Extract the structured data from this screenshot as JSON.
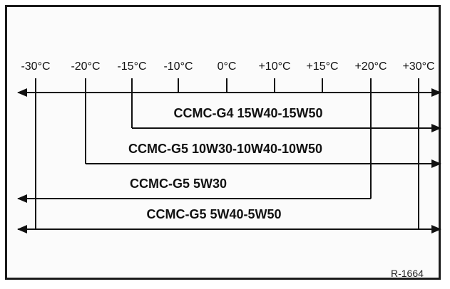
{
  "figure": {
    "ref": "R-1664",
    "scale": [
      {
        "value": -30,
        "label": "-30°C"
      },
      {
        "value": -20,
        "label": "-20°C"
      },
      {
        "value": -15,
        "label": "-15°C"
      },
      {
        "value": -10,
        "label": "-10°C"
      },
      {
        "value": 0,
        "label": "0°C"
      },
      {
        "value": 10,
        "label": "+10°C"
      },
      {
        "value": 15,
        "label": "+15°C"
      },
      {
        "value": 20,
        "label": "+20°C"
      },
      {
        "value": 30,
        "label": "+30°C"
      }
    ],
    "ranges": [
      {
        "id": "full-scale",
        "label": "",
        "from": -30,
        "to": 30,
        "left_open": true,
        "right_open": true
      },
      {
        "id": "g4-15w40",
        "label": "CCMC-G4  15W40-15W50",
        "from": -15,
        "to": 30,
        "left_open": false,
        "right_open": true
      },
      {
        "id": "g5-10w30",
        "label": "CCMC-G5  10W30-10W40-10W50",
        "from": -20,
        "to": 30,
        "left_open": false,
        "right_open": true
      },
      {
        "id": "g5-5w30",
        "label": "CCMC-G5  5W30",
        "from": -30,
        "to": 20,
        "left_open": true,
        "right_open": false
      },
      {
        "id": "g5-5w40",
        "label": "CCMC-G5  5W40-5W50",
        "from": -30,
        "to": 30,
        "left_open": true,
        "right_open": true
      }
    ]
  }
}
